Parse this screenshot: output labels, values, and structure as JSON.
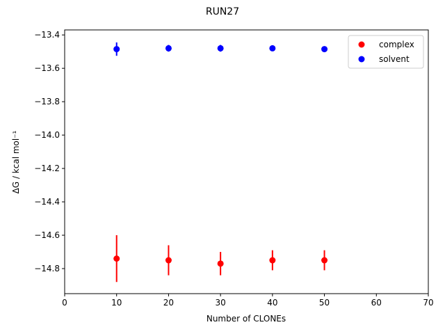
{
  "chart_data": {
    "type": "scatter",
    "title": "RUN27",
    "xlabel": "Number of CLONEs",
    "ylabel": "ΔG / kcal mol⁻¹",
    "xlim": [
      0,
      70
    ],
    "ylim": [
      -14.95,
      -13.37
    ],
    "xticks": [
      0,
      10,
      20,
      30,
      40,
      50,
      60,
      70
    ],
    "xtick_labels": [
      "0",
      "10",
      "20",
      "30",
      "40",
      "50",
      "60",
      "70"
    ],
    "yticks": [
      -13.4,
      -13.6,
      -13.8,
      -14.0,
      -14.2,
      -14.4,
      -14.6,
      -14.8
    ],
    "ytick_labels": [
      "−13.4",
      "−13.6",
      "−13.8",
      "−14.0",
      "−14.2",
      "−14.4",
      "−14.6",
      "−14.8"
    ],
    "grid": false,
    "legend_position": "top-right",
    "series": [
      {
        "name": "complex",
        "color": "#ff0000",
        "x": [
          10,
          20,
          30,
          40,
          50
        ],
        "y": [
          -14.74,
          -14.75,
          -14.77,
          -14.75,
          -14.75
        ],
        "yerr": [
          0.14,
          0.09,
          0.07,
          0.06,
          0.06
        ]
      },
      {
        "name": "solvent",
        "color": "#0000ff",
        "x": [
          10,
          20,
          30,
          40,
          50
        ],
        "y": [
          -13.485,
          -13.48,
          -13.48,
          -13.48,
          -13.485
        ],
        "yerr": [
          0.04,
          0.02,
          0.02,
          0.01,
          0.01
        ]
      }
    ]
  }
}
